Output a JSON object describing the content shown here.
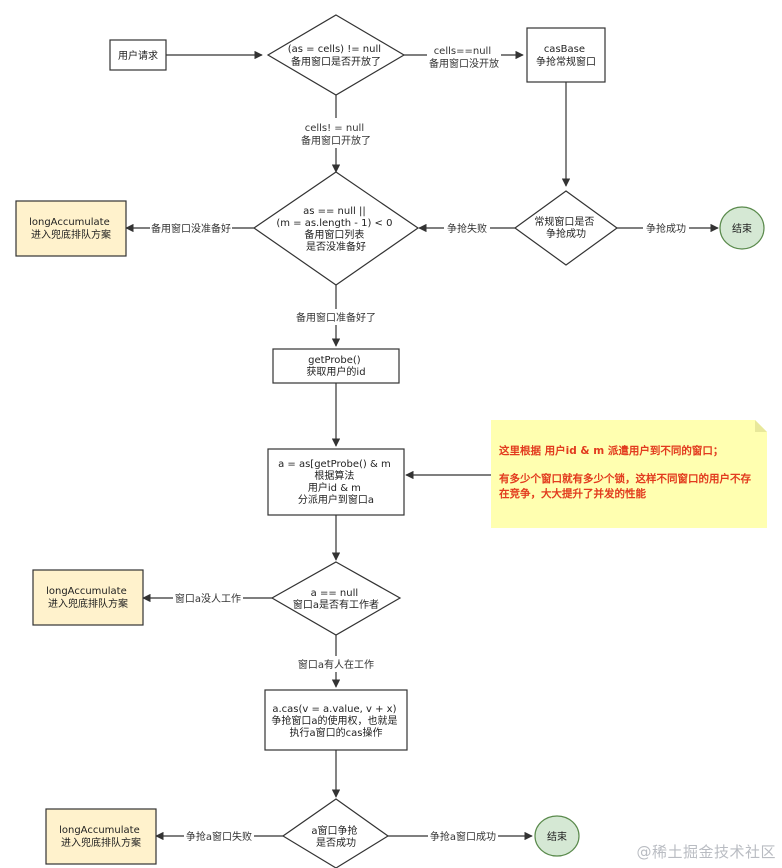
{
  "colors": {
    "line": "#333333",
    "node_fill": "#ffffff",
    "fallback_fill": "#fff2cc",
    "end_fill": "#d5e8d4",
    "end_stroke": "#5a8a4c",
    "note_fill": "#ffffb0",
    "note_text": "#e23b1e"
  },
  "nodes": {
    "user_request": [
      "用户请求"
    ],
    "check_cells": [
      "(as = cells) != null",
      "备用窗口是否开放了"
    ],
    "cas_base": [
      "casBase",
      "争抢常规窗口"
    ],
    "check_ready": [
      "as == null ||",
      "(m = as.length - 1) < 0",
      "备用窗口列表",
      "是否没准备好"
    ],
    "normal_success": [
      "常规窗口是否",
      "争抢成功"
    ],
    "end_1": [
      "结束"
    ],
    "fallback_1": [
      "longAccumulate",
      "进入兜底排队方案"
    ],
    "get_probe": [
      "getProbe()",
      "获取用户的id"
    ],
    "assign": [
      "a = as[getProbe() & m",
      "根据算法",
      "用户id & m",
      "分派用户到窗口a"
    ],
    "check_a": [
      "a == null",
      "窗口a是否有工作者"
    ],
    "fallback_2": [
      "longAccumulate",
      "进入兜底排队方案"
    ],
    "cas_a": [
      "a.cas(v = a.value, v + x)",
      "争抢窗口a的使用权，也就是",
      "执行a窗口的cas操作"
    ],
    "a_success": [
      "a窗口争抢",
      "是否成功"
    ],
    "fallback_3": [
      "longAccumulate",
      "进入兜底排队方案"
    ],
    "end_2": [
      "结束"
    ]
  },
  "edges": {
    "cells_null": [
      "cells==null",
      "备用窗口没开放"
    ],
    "cells_not_null": [
      "cells! = null",
      "备用窗口开放了"
    ],
    "not_ready": [
      "备用窗口没准备好"
    ],
    "compete_fail": [
      "争抢失败"
    ],
    "compete_success": [
      "争抢成功"
    ],
    "ready": [
      "备用窗口准备好了"
    ],
    "no_worker": [
      "窗口a没人工作"
    ],
    "has_worker": [
      "窗口a有人在工作"
    ],
    "a_fail": [
      "争抢a窗口失败"
    ],
    "a_success": [
      "争抢a窗口成功"
    ]
  },
  "note": {
    "line1": "这里根据 用户id & m 派遣用户到不同的窗口；",
    "line2": "有多少个窗口就有多少个锁，这样不同窗口的用户不存在竞争，大大提升了并发的性能"
  },
  "watermark": "@稀土掘金技术社区"
}
